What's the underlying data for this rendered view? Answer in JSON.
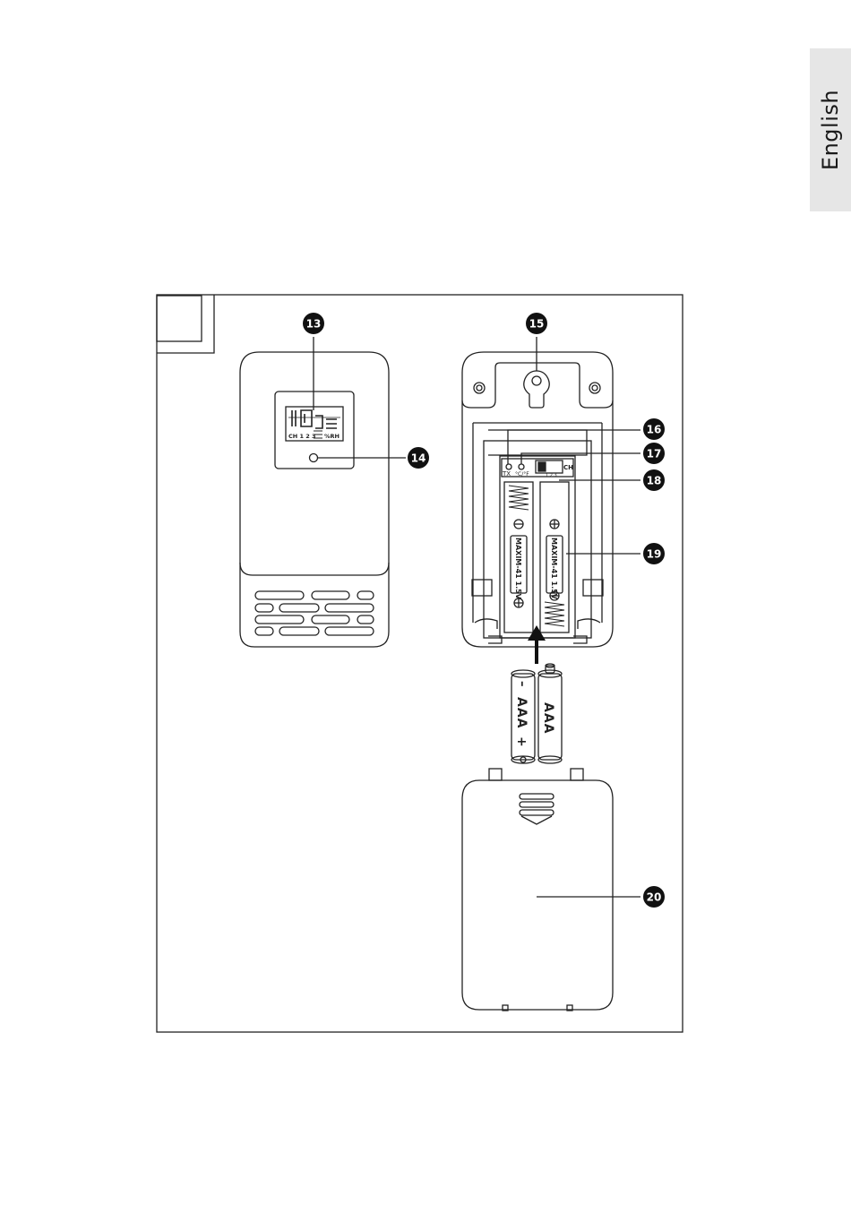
{
  "sidebar_tab": {
    "label": "English"
  },
  "figure": {
    "callouts": [
      "13",
      "14",
      "15",
      "16",
      "17",
      "18",
      "19",
      "20"
    ],
    "display": {
      "ch_label": "CH 1 2 3",
      "rh_label": "%RH"
    },
    "compartment": {
      "tx_label": "TX",
      "unit_label": "°C/°F",
      "ch_label": "CH",
      "ch_positions": "1 2 3",
      "battery_marking": "MAXIM-41 1.5V"
    },
    "batteries": {
      "type_label": "AAA",
      "minus_label": "–",
      "plus_label": "+"
    }
  }
}
